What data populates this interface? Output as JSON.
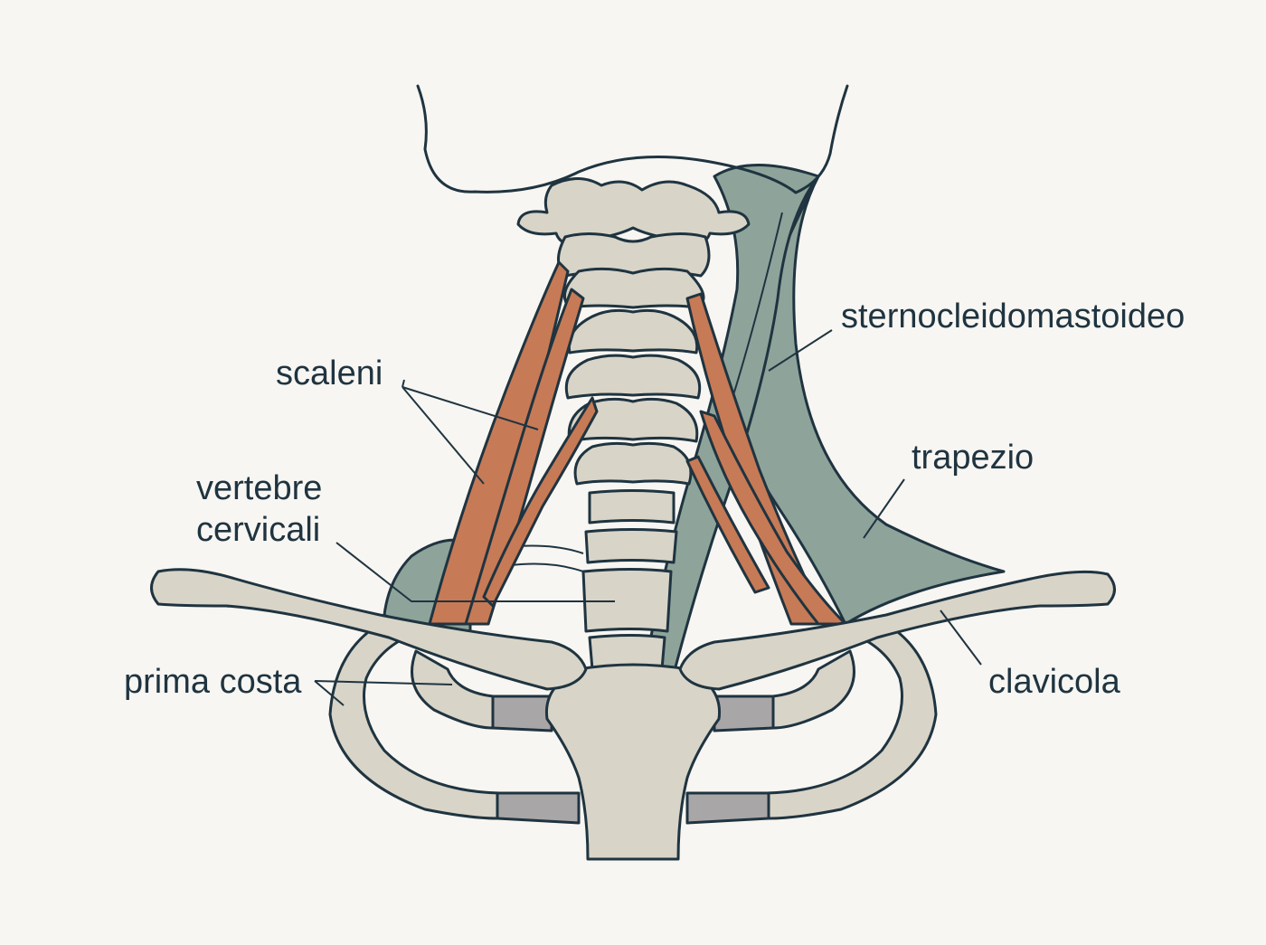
{
  "labels": {
    "scm": "sternocleidomastoideo",
    "scaleni": "scaleni",
    "trapezio": "trapezio",
    "vertebre_line1": "vertebre",
    "vertebre_line2": "cervicali",
    "clavicola": "clavicola",
    "prima_costa": "prima costa"
  },
  "colors": {
    "background": "#f8f6f2",
    "outline": "#1f3440",
    "bone": "#d8d4c8",
    "cartilage": "#a9a6a8",
    "muscle_scaleni": "#c77a56",
    "muscle_scm_trapezius": "#8ea49a"
  }
}
